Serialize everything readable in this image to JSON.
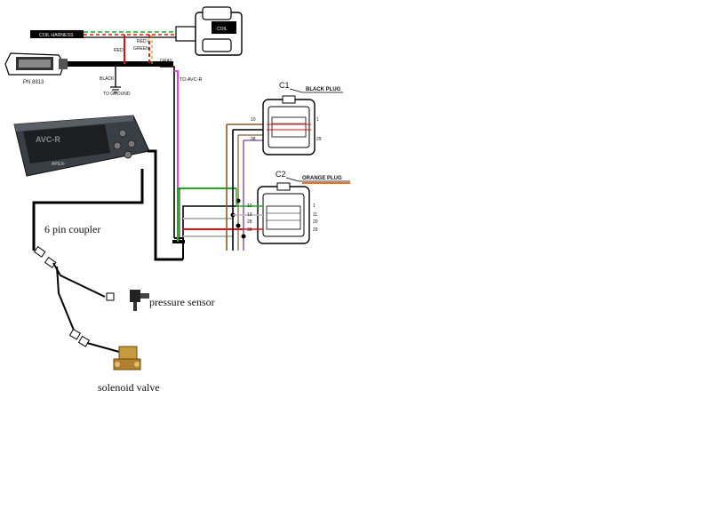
{
  "labels": {
    "coil_harness": "COIL HARNESS",
    "coil": "COIL",
    "red": "RED",
    "red_green_1": "RED /",
    "red_green_2": "GREEN",
    "gray": "GRAY",
    "black": "BLACK",
    "to_ground": "TO GROUND",
    "pn": "PN 8913",
    "to_avc_r": "TO AVC-R",
    "c1": "C1",
    "black_plug": "BLACK PLUG",
    "c2": "C2",
    "orange_plug": "ORANGE PLUG",
    "six_pin_coupler": "6 pin coupler",
    "pressure_sensor": "pressure sensor",
    "solenoid_valve": "solenoid valve",
    "module_brand": "APEXi",
    "display_text": "AVC-R"
  },
  "c1_pins": {
    "left_top": "10",
    "left_bottom": "38",
    "right_top": "1",
    "right_bottom": "29"
  },
  "c2_pins": {
    "p10": "10",
    "p19": "19",
    "p28": "28",
    "p38": "38",
    "p1": "1",
    "p11": "11",
    "p20": "20",
    "p29": "29"
  },
  "colors": {
    "wire_black": "#000000",
    "wire_red": "#e01010",
    "wire_green": "#22aa22",
    "wire_magenta": "#e040e0",
    "wire_gray": "#b8b8b8",
    "wire_brown": "#8a5a2a",
    "orange_underline": "#f07020"
  },
  "icons": [
    "ignition-module-icon",
    "coil-icon",
    "ground-symbol-icon",
    "avcr-controller-icon",
    "connector-icon",
    "pressure-sensor-icon",
    "solenoid-valve-icon"
  ]
}
